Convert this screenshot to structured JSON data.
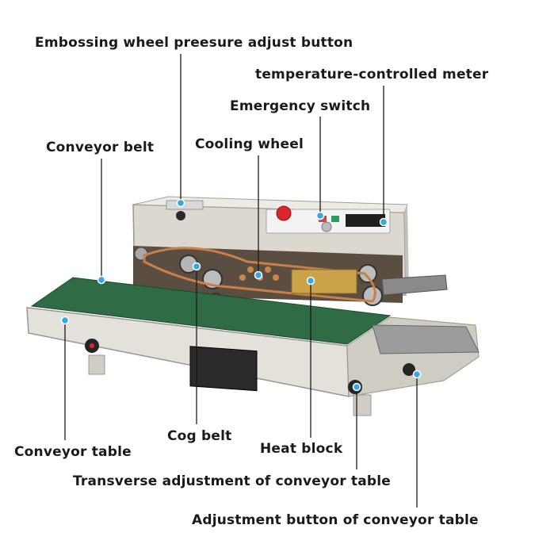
{
  "labels": {
    "embossing_wheel": "Embossing wheel preesure adjust button",
    "temperature_meter": "temperature-controlled meter",
    "emergency_switch": "Emergency switch",
    "conveyor_belt": "Conveyor belt",
    "cooling_wheel": "Cooling wheel",
    "cog_belt": "Cog belt",
    "heat_block": "Heat block",
    "conveyor_table": "Conveyor table",
    "transverse_adjustment": "Transverse adjustment of  conveyor table",
    "adjustment_button": "Adjustment button of conveyor table"
  },
  "colors": {
    "belt": "#2f6b45",
    "body": "#e4e1da",
    "leader": "#1a1a1a",
    "marker": "#35a9e0",
    "heat_block": "#c9a24a",
    "stop_button": "#d8262c"
  }
}
